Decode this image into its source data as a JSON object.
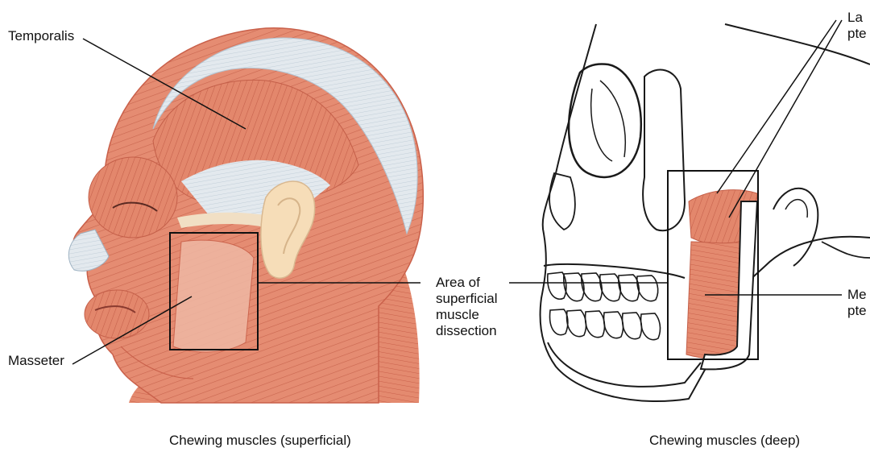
{
  "labels": {
    "temporalis": "Temporalis",
    "masseter": "Masseter",
    "area_of_dissection": "Area of superficial muscle dissection",
    "lateral_pterygoid_partial": "La\npte",
    "medial_pterygoid_partial": "Me\npte"
  },
  "captions": {
    "superficial": "Chewing muscles (superficial)",
    "deep": "Chewing muscles (deep)"
  },
  "colors": {
    "muscle": "#e48a6f",
    "muscle_dark": "#c9604a",
    "tendon": "#dfe6ec",
    "skin": "#f6ddb8",
    "bone_stroke": "#1a1a1a"
  }
}
